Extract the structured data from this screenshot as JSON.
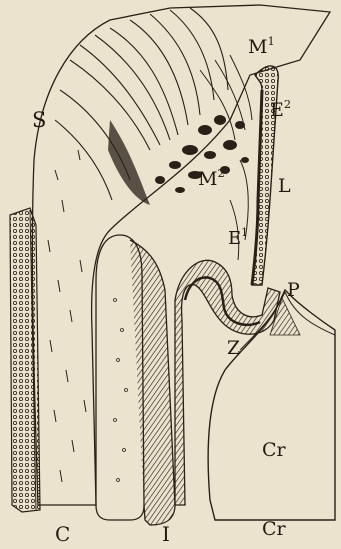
{
  "figure": {
    "background_color": "#ece3cf",
    "ink_color": "#221a12",
    "labels": {
      "S": "S",
      "M1": {
        "base": "M",
        "sup": "1"
      },
      "E2": {
        "base": "E",
        "sup": "2"
      },
      "M2": {
        "base": "M",
        "sup": "2"
      },
      "L": "L",
      "E1": {
        "base": "E",
        "sup": "1"
      },
      "P": "P",
      "Z": "Z",
      "Cr_upper": "Cr",
      "Cr_lower": "Cr",
      "C": "C",
      "I": "I"
    }
  }
}
